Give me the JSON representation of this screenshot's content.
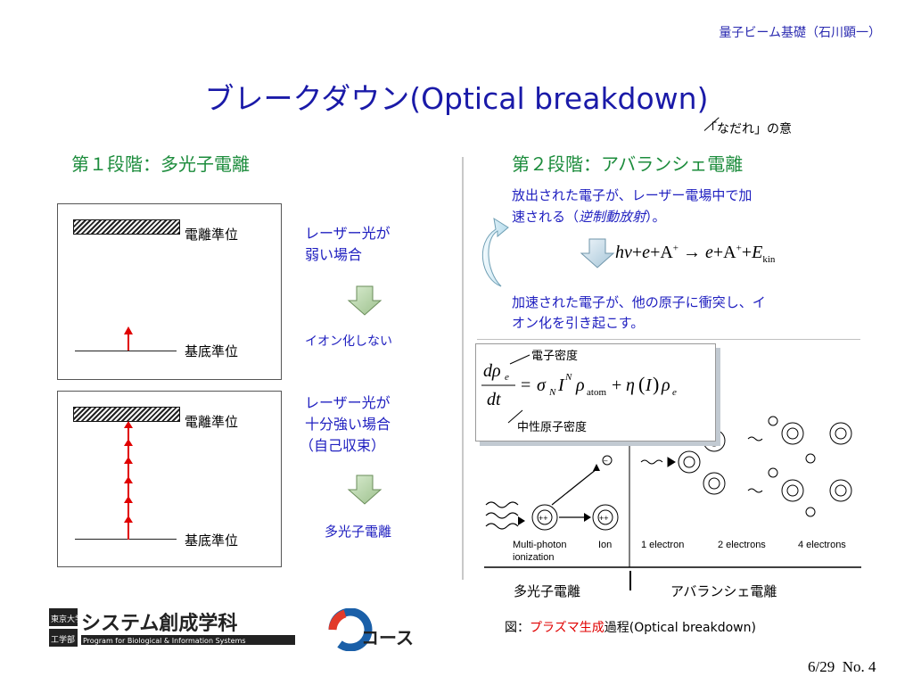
{
  "header": {
    "course": "量子ビーム基礎（石川顕一）"
  },
  "title": "ブレークダウン(Optical breakdown)",
  "nadare_note": "「なだれ」の意",
  "stage1": {
    "title": "第１段階：多光子電離",
    "box1": {
      "upper_label": "電離準位",
      "lower_label": "基底準位"
    },
    "box2": {
      "upper_label": "電離準位",
      "lower_label": "基底準位"
    },
    "weak": {
      "line1": "レーザー光が",
      "line2": "弱い場合",
      "result": "イオン化しない"
    },
    "strong": {
      "line1": "レーザー光が",
      "line2": "十分強い場合",
      "line3": "（自己収束）",
      "result": "多光子電離"
    }
  },
  "stage2": {
    "title": "第２段階：アバランシェ電離",
    "text1_line1": "放出された電子が、レーザー電場中で加",
    "text1_line2_a": "速される（",
    "text1_line2_b": "逆制動放射",
    "text1_line2_c": "）。",
    "text2_line1": "加速された電子が、他の原子に衝突し、イ",
    "text2_line2": "オン化を引き起こす。",
    "eq_label_top": "電子密度",
    "eq_label_bottom": "中性原子密度"
  },
  "figure": {
    "labels": [
      "Multi-photon",
      "ionization",
      "Ion",
      "1 electron",
      "2 electrons",
      "4 electrons"
    ],
    "cap_left": "多光子電離",
    "cap_right": "アバランシェ電離"
  },
  "caption": {
    "prefix": "図：",
    "highlight": "プラズマ生成",
    "suffix": "過程(Optical breakdown)"
  },
  "logo": {
    "line1": "東京大学",
    "line2": "工学部",
    "name": "システム創成学科",
    "sub": "Program for Biological & Information Systems",
    "course": "コース"
  },
  "page": {
    "number": "6/29",
    "no": "No. 4"
  },
  "colors": {
    "title": "#1a1aa8",
    "stage_title": "#1c8c3c",
    "body_blue": "#2020c0",
    "arrow_red": "#e00000",
    "highlight": "#e00000"
  }
}
